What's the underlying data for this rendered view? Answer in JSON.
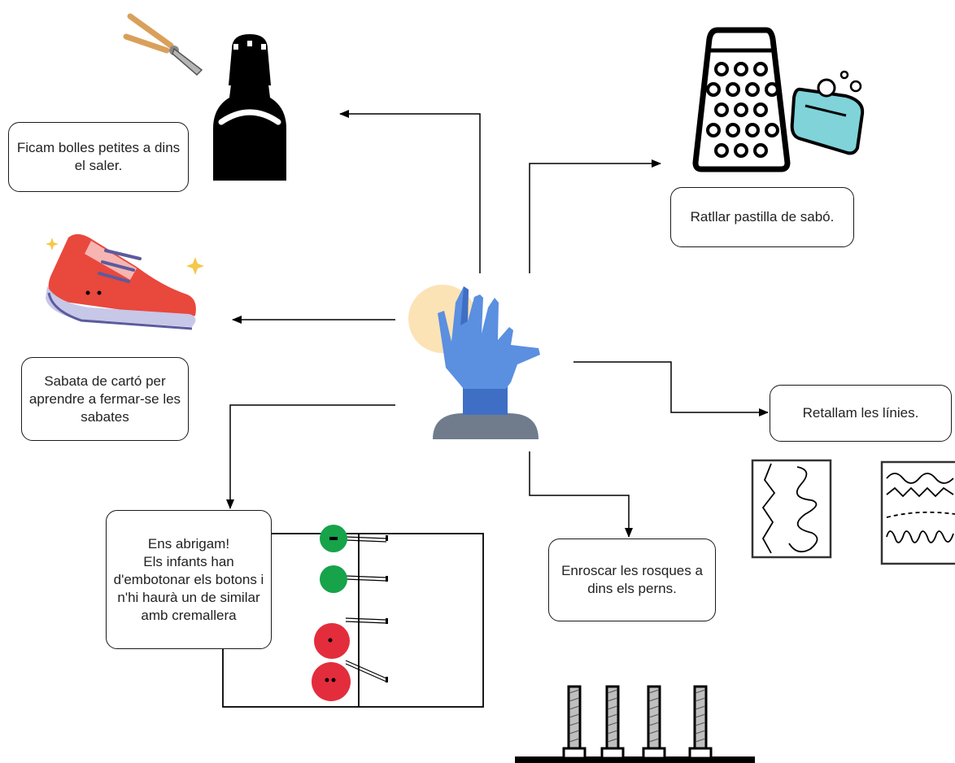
{
  "diagram": {
    "nodes": {
      "salt": "Ficam bolles petites a dins el saler.",
      "grater": "Ratllar pastilla de sabó.",
      "shoe": "Sabata de cartó per aprendre a fermar-se les sabates",
      "cut": "Retallam les línies.",
      "buttons": "Ens abrigam!\nEls infants han d'embotonar els botons i n'hi haurà un de similar amb cremallera",
      "screws": "Enroscar les rosques a dins els perns."
    },
    "icons": {
      "center": "hand-icon",
      "salt": "salt-shaker-icon",
      "pliers": "pliers-icon",
      "grater": "grater-icon",
      "soap": "soap-bar-icon",
      "shoe": "sneaker-icon",
      "lines1": "zigzag-lines-card-icon",
      "lines2": "wavy-lines-card-icon",
      "buttons": "button-board-icon",
      "screws": "bolts-board-icon"
    },
    "colors": {
      "hand_blue": "#5b8fe0",
      "hand_dark": "#3f6fc4",
      "sun": "#fbe3b5",
      "base": "#707c8c",
      "button_green": "#16a34a",
      "button_red": "#e32d3c",
      "soap": "#7fd3d9",
      "shoe_red": "#e9483c"
    }
  }
}
